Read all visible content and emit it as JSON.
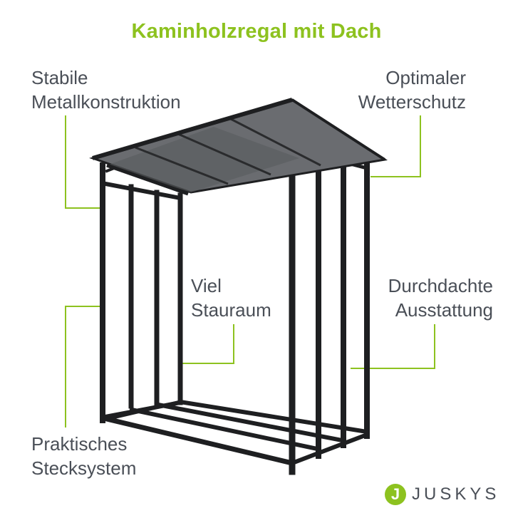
{
  "title": "Kaminholzregal mit Dach",
  "features": {
    "stabile": [
      "Stabile",
      "Metallkonstruktion"
    ],
    "wetterschutz": [
      "Optimaler",
      "Wetterschutz"
    ],
    "stauraum": [
      "Viel",
      "Stauraum"
    ],
    "ausstattung": [
      "Durchdachte",
      "Ausstattung"
    ],
    "stecksystem": [
      "Praktisches",
      "Stecksystem"
    ]
  },
  "brand": {
    "mark": "J",
    "name": "JUSKYS"
  },
  "colors": {
    "accent": "#8dc21f",
    "text": "#4a4f57",
    "frame": "#1e1f21",
    "roof": "#5b5d60"
  }
}
